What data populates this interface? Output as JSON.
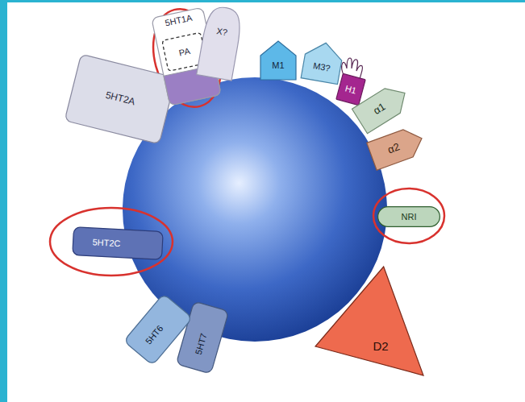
{
  "diagram": {
    "nodes": [
      {
        "text": [
          "5HT2A"
        ]
      },
      {
        "text": [
          "5HT1A"
        ]
      },
      {
        "text": [
          "PA"
        ],
        "in": 1
      },
      {
        "text": [
          "X?"
        ]
      },
      {
        "text": [
          "M1"
        ]
      },
      {
        "text": [
          "M3?"
        ]
      },
      {
        "text": [
          "H1"
        ]
      },
      {
        "text": [
          "α1"
        ]
      },
      {
        "text": [
          "α2"
        ]
      },
      {
        "text": [
          "NRI"
        ]
      },
      {
        "text": [
          "D2"
        ]
      },
      {
        "text": [
          "5HT7"
        ]
      },
      {
        "text": [
          "5HT6"
        ]
      },
      {
        "text": [
          "5HT2C"
        ]
      }
    ]
  }
}
